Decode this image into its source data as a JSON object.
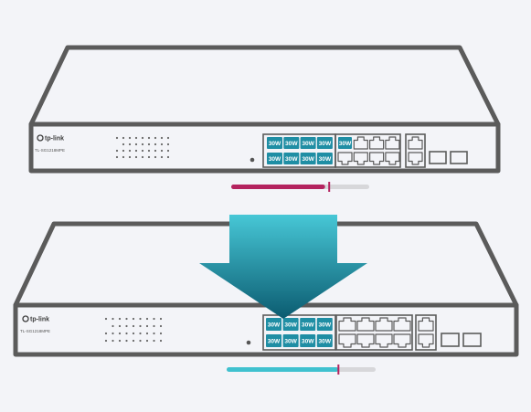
{
  "colors": {
    "background": "#f3f4f8",
    "outline": "#5b5b5b",
    "poe_port": "#1f8ea4",
    "bar_before": "#b4235f",
    "bar_after": "#3fc1cf",
    "bar_track": "#d7d7da",
    "arrow_top": "#47c7d6",
    "arrow_bottom": "#0b5b70"
  },
  "switches": [
    {
      "brand": "tp-link",
      "model": "TL-SG1218MPE",
      "poe_labels": [
        "30W",
        "30W",
        "30W",
        "30W",
        "30W",
        "30W",
        "30W",
        "30W",
        "30W"
      ],
      "power_bar": {
        "fill_fraction": 0.68,
        "marker_fraction": 0.71,
        "color": "#b4235f"
      }
    },
    {
      "brand": "tp-link",
      "model": "TL-SG1218MPE",
      "poe_labels": [
        "30W",
        "30W",
        "30W",
        "30W",
        "30W",
        "30W",
        "30W",
        "30W"
      ],
      "power_bar": {
        "fill_fraction": 0.75,
        "marker_fraction": 0.75,
        "color": "#3fc1cf"
      }
    }
  ],
  "arrow": {
    "icon": "down-arrow-icon",
    "direction": "down"
  }
}
